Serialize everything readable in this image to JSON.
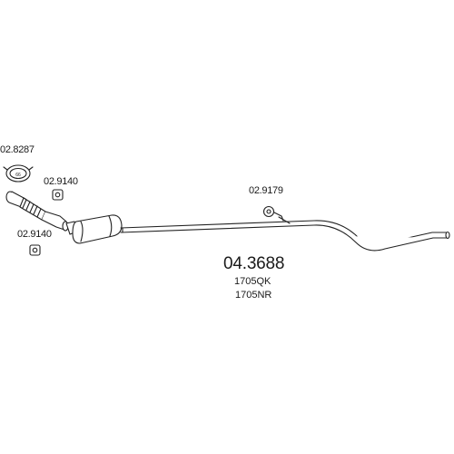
{
  "labels": {
    "clamp_part": "02.8287",
    "hanger_upper": "02.9140",
    "hanger_lower": "02.9140",
    "hanger_rear": "02.9179",
    "main_part": "04.3688",
    "oe_code_1": "1705QK",
    "oe_code_2": "1705NR"
  },
  "icons": {
    "clamp": "pipe-clamp-icon",
    "hanger": "rubber-hanger-icon",
    "flex_pipe": "flexible-pipe-icon",
    "silencer": "silencer-icon",
    "exhaust_pipe": "exhaust-pipe-icon"
  },
  "colors": {
    "line": "#222222",
    "fill": "#ffffff"
  }
}
